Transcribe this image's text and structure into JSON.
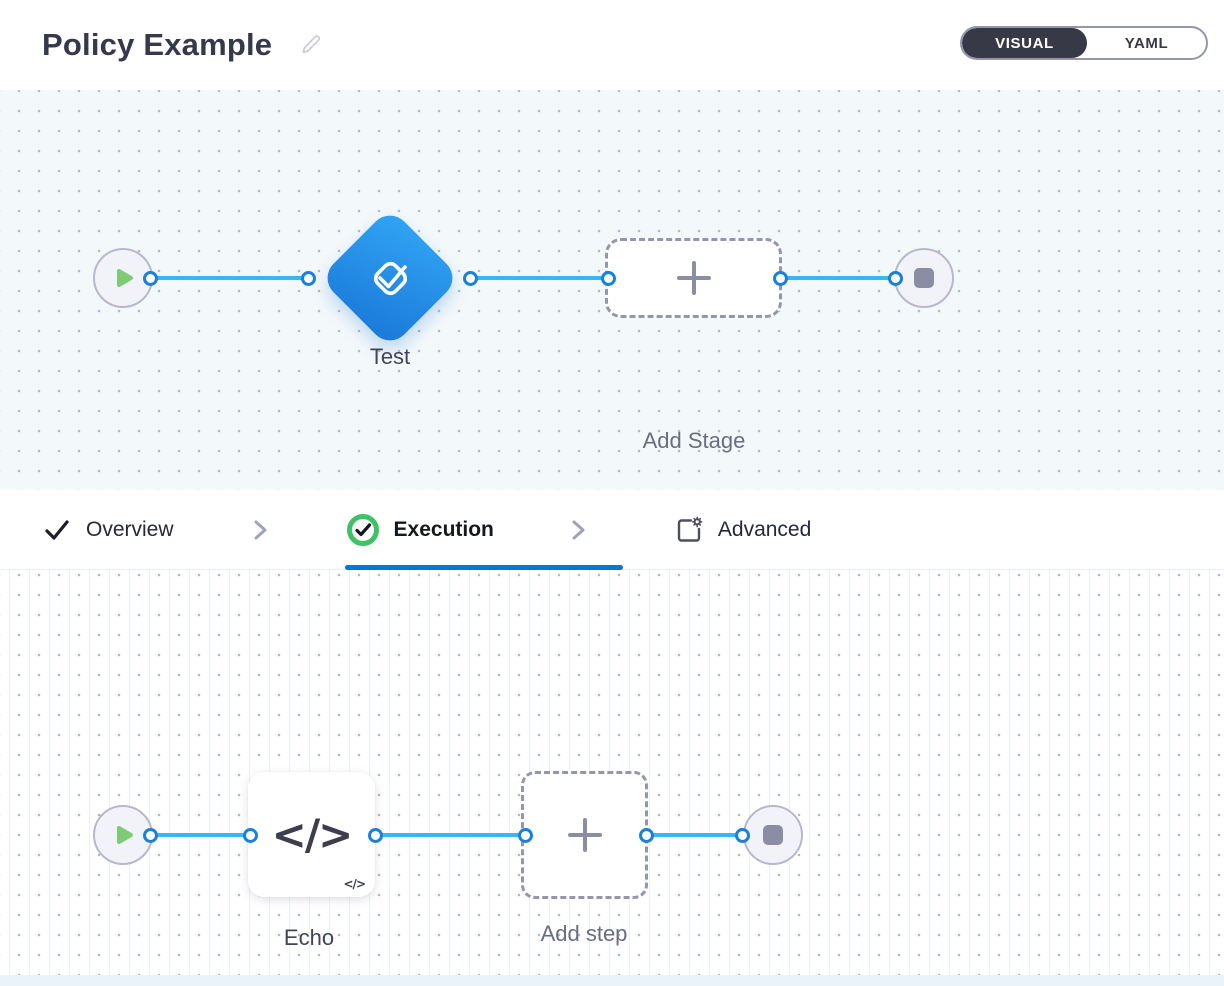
{
  "header": {
    "title": "Policy Example",
    "toggle": {
      "visual": "VISUAL",
      "yaml": "YAML",
      "selected": "VISUAL"
    }
  },
  "canvas_top": {
    "stage_label": "Test",
    "add_stage_label": "Add Stage"
  },
  "tabs": {
    "overview": {
      "label": "Overview",
      "state": "done"
    },
    "execution": {
      "label": "Execution",
      "state": "active"
    },
    "advanced": {
      "label": "Advanced",
      "state": "default"
    }
  },
  "canvas_bottom": {
    "step_label": "Echo",
    "add_step_label": "Add step",
    "code_glyph": "</>",
    "code_badge": "</>"
  },
  "icons": {
    "edit": "pencil-outline",
    "start_node": "play-triangle",
    "end_node": "stop-square",
    "stage_node": "check-in-tilted-square",
    "add_node": "plus",
    "step_node": "code-brackets",
    "tab_overview": "checkmark",
    "tab_execution": "check-circle",
    "tab_advanced": "settings-square",
    "separator": "chevron-right"
  },
  "colors": {
    "title_text": "#36384c",
    "toggle_dark": "#383946",
    "canvas_top_bg": "#f3f8fb",
    "link_blue": "#38b7f4",
    "pip_border": "#1b80dd",
    "diamond_gradient_start": "#31a5f5",
    "diamond_gradient_end": "#1a78d8",
    "play_green": "#7dcb74",
    "stop_gray": "#8b8da5",
    "execution_ring_green": "#3dc264",
    "active_tab_underline": "#0278d5",
    "dashed_border": "#9496ad"
  }
}
